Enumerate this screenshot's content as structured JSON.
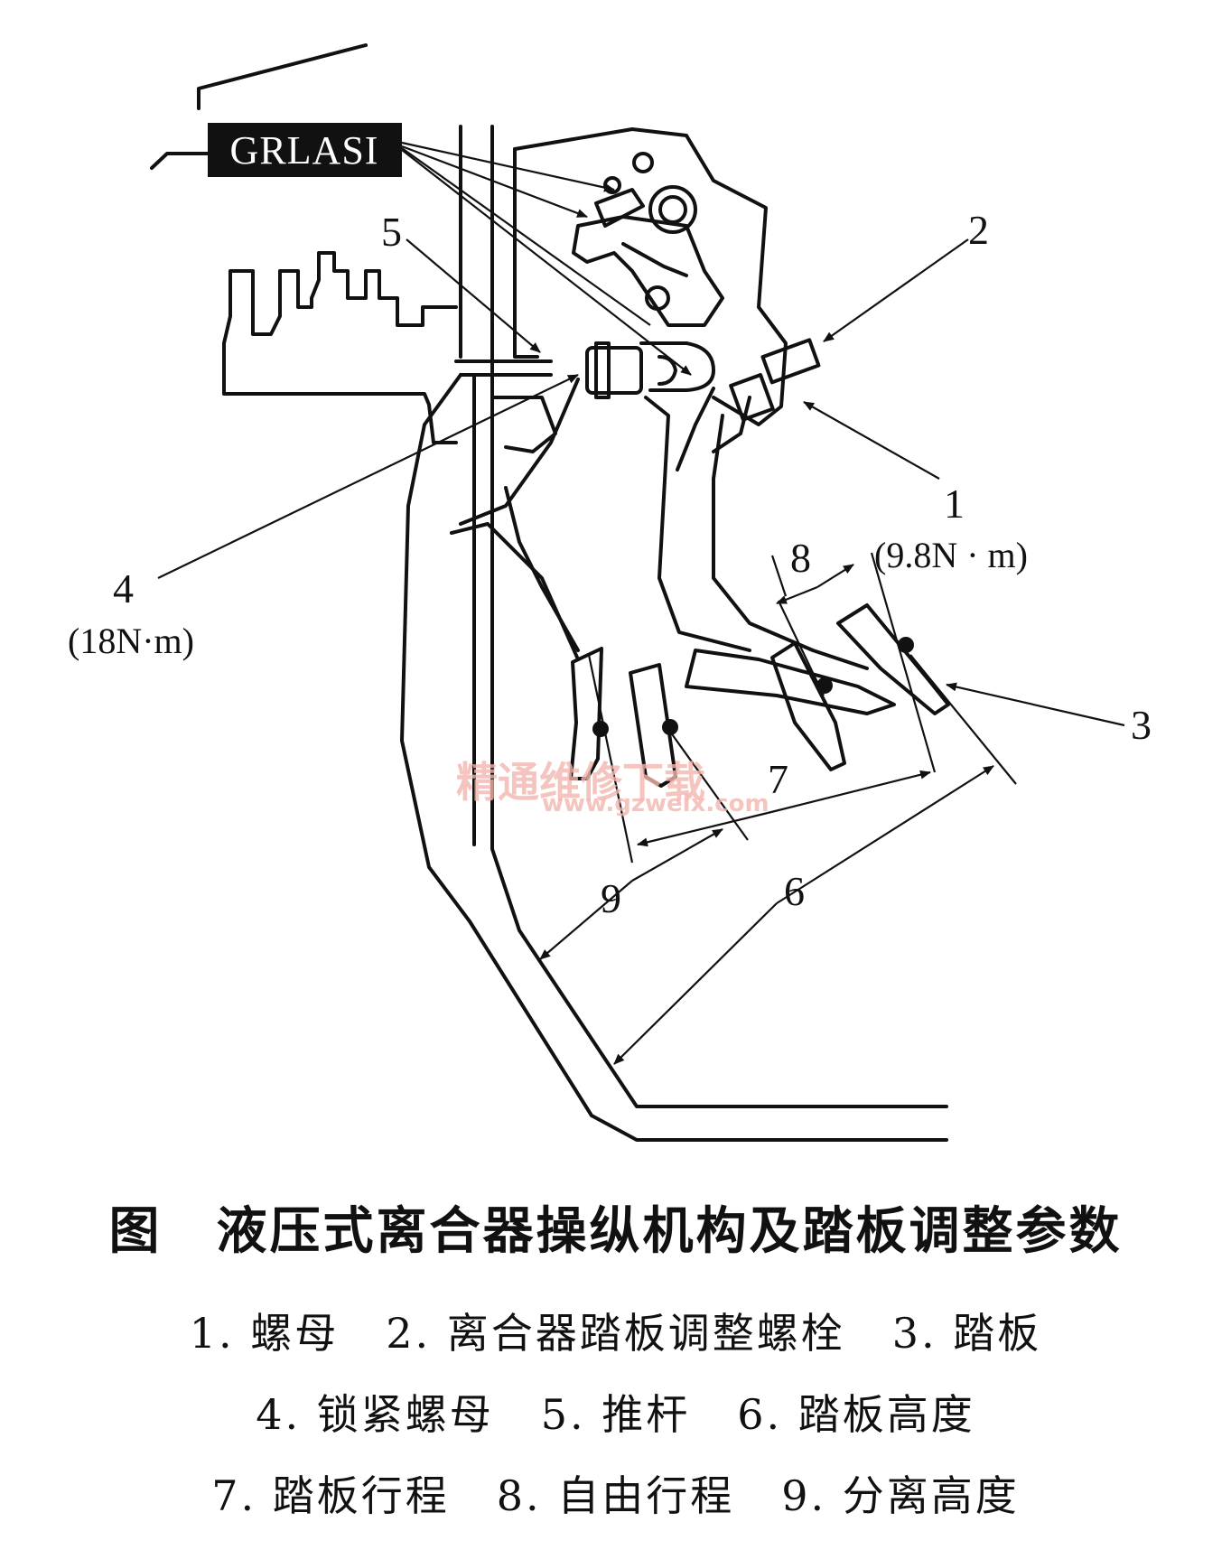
{
  "figure": {
    "tag": "GRLASI",
    "callouts": [
      "1",
      "2",
      "3",
      "4",
      "5",
      "6",
      "7",
      "8",
      "9"
    ],
    "torque_1": "(9.8N · m)",
    "torque_4": "(18N·m)",
    "watermark": "精通维修下载",
    "watermark_url": "www.gzweix.com"
  },
  "caption": {
    "tag": "图",
    "title": "液压式离合器操纵机构及踏板调整参数"
  },
  "legend": [
    [
      "1. 螺母",
      "2. 离合器踏板调整螺栓",
      "3. 踏板"
    ],
    [
      "4. 锁紧螺母",
      "5. 推杆",
      "6. 踏板高度"
    ],
    [
      "7. 踏板行程",
      "8. 自由行程",
      "9. 分离高度"
    ]
  ]
}
